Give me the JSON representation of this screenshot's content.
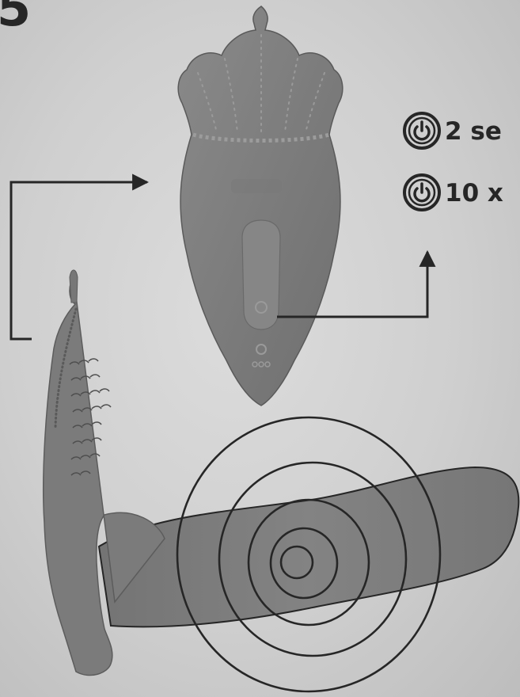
{
  "step": {
    "number": "5"
  },
  "instructions": [
    {
      "icon": "power-icon",
      "text": "2 se"
    },
    {
      "icon": "power-icon",
      "text": "10 x"
    }
  ],
  "colors": {
    "background": "#d2d2d2",
    "device_fill": "#7c7c7c",
    "line": "#262626"
  }
}
